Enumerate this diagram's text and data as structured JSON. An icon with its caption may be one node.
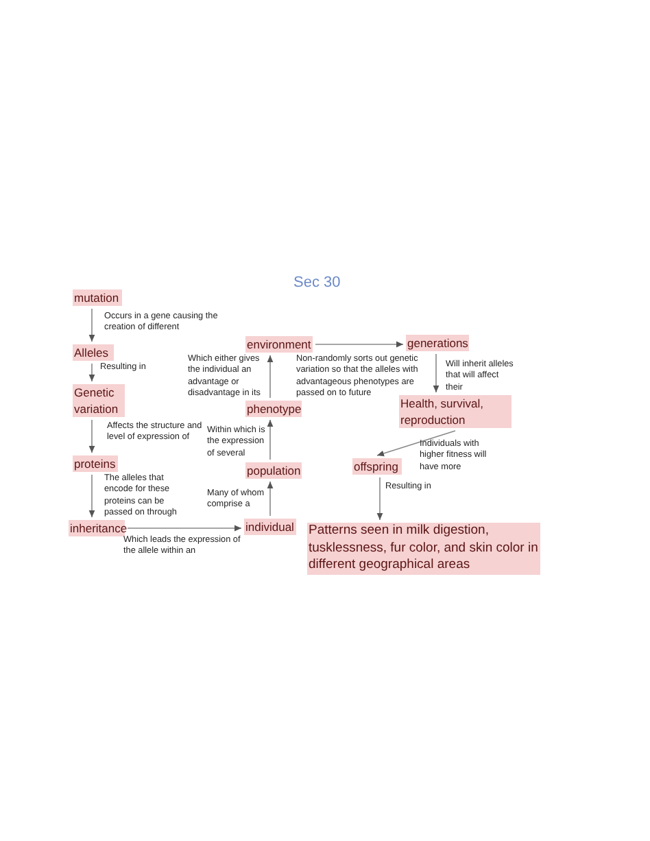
{
  "diagram": {
    "nodes": [
      {
        "text": [
          "mutation"
        ]
      },
      {
        "text": [
          "Alleles"
        ]
      },
      {
        "text": [
          "Genetic variation"
        ]
      },
      {
        "text": [
          "proteins"
        ]
      },
      {
        "text": [
          "inheritance"
        ]
      },
      {
        "text": [
          "individual"
        ]
      },
      {
        "text": [
          "population"
        ]
      },
      {
        "text": [
          "phenotype"
        ]
      },
      {
        "text": [
          "environment"
        ]
      },
      {
        "text": [
          "generations"
        ]
      },
      {
        "text": [
          "Health, survival, reproduction"
        ]
      },
      {
        "text": [
          "offspring"
        ]
      },
      {
        "text": [
          "Patterns seen in milk digestion, tusklessness, fur color, and skin color in different geographical areas"
        ]
      }
    ],
    "edges": [
      {
        "from": 0,
        "to": 1,
        "arrow": "to",
        "label": "Occurs in a gene causing the creation of different"
      },
      {
        "from": 1,
        "to": 2,
        "arrow": "to",
        "label": "Resulting in"
      },
      {
        "from": 2,
        "to": 3,
        "arrow": "to",
        "label": "Affects the structure and level of expression of"
      },
      {
        "from": 3,
        "to": 4,
        "arrow": "to",
        "label": "The alleles that encode for these proteins can be passed on through"
      },
      {
        "from": 4,
        "to": 5,
        "arrow": "to",
        "label": "Which leads the expression of the allele within an"
      },
      {
        "from": 5,
        "to": 6,
        "arrow": "to",
        "label": "Many of whom comprise a"
      },
      {
        "from": 6,
        "to": 7,
        "arrow": "to",
        "label": "Within which is the expression of several"
      },
      {
        "from": 7,
        "to": 8,
        "arrow": "to",
        "label": "Which either gives the individual an advantage or disadvantage in its"
      },
      {
        "from": 8,
        "to": 9,
        "arrow": "to",
        "label": "Non-randomly sorts out genetic variation so that the alleles with advantageous phenotypes are passed on to future"
      },
      {
        "from": 9,
        "to": 10,
        "arrow": "to",
        "label": "Will inherit alleles that will affect their"
      },
      {
        "from": 10,
        "to": 11,
        "arrow": "to",
        "label": "Individuals with higher fitness will have more"
      },
      {
        "from": 11,
        "to": 12,
        "arrow": "to",
        "label": "Resulting in"
      }
    ],
    "labels": [
      "Sec 30"
    ]
  }
}
